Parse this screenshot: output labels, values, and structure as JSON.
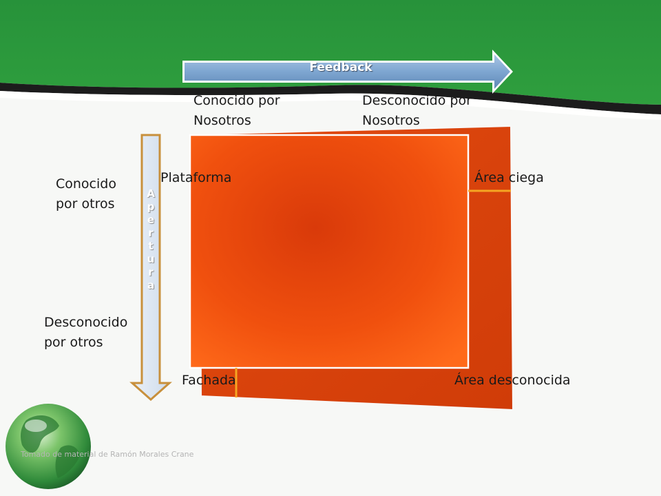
{
  "arrows": {
    "feedback_label": "Feedback",
    "apertura_letters": [
      "A",
      "p",
      "e",
      "r",
      "t",
      "u",
      "r",
      "a"
    ]
  },
  "columns": {
    "known_by_us": [
      "Conocido por",
      "Nosotros"
    ],
    "unknown_by_us": [
      "Desconocido por",
      "Nosotros"
    ]
  },
  "rows": {
    "known_by_others": [
      "Conocido",
      "por otros"
    ],
    "unknown_by_others": [
      "Desconocido",
      "por otros"
    ]
  },
  "quadrants": {
    "top_left": "Plataforma",
    "top_right": "Área ciega",
    "bottom_left": "Fachada",
    "bottom_right": "Área desconocida"
  },
  "footer": "Tomado de material de Ramón Morales Crane",
  "colors": {
    "banner_green": "#2d9a3c",
    "panel_orange": "#f04a0c",
    "panel_back": "#d8400a",
    "divider_yellow": "#f5a623",
    "feedback_arrow": "#7aa3cf",
    "apertura_arrow": "#dde7f2",
    "apertura_border": "#c8903c"
  }
}
